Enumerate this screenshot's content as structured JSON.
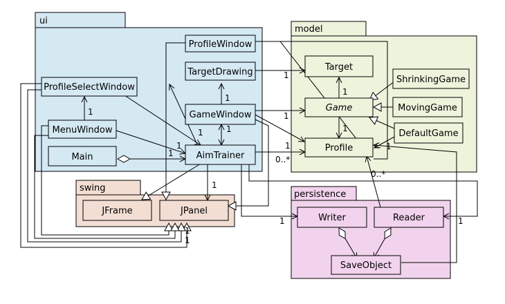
{
  "colors": {
    "ui": "#d5e9f3",
    "swing": "#f3ded3",
    "model": "#eef3dc",
    "persistence": "#f2d3ed",
    "line": "#000000"
  },
  "packages": {
    "ui": "ui",
    "model": "model",
    "swing": "swing",
    "persistence": "persistence"
  },
  "classes": {
    "profile_window": "ProfileWindow",
    "target_drawing": "TargetDrawing",
    "game_window": "GameWindow",
    "profile_select_window": "ProfileSelectWindow",
    "menu_window": "MenuWindow",
    "main": "Main",
    "aim_trainer": "AimTrainer",
    "jframe": "JFrame",
    "jpanel": "JPanel",
    "target": "Target",
    "game": "Game",
    "profile": "Profile",
    "shrinking_game": "ShrinkingGame",
    "moving_game": "MovingGame",
    "default_game": "DefaultGame",
    "writer": "Writer",
    "reader": "Reader",
    "save_object": "SaveObject"
  },
  "multiplicities": {
    "td_target": "1",
    "gw_td": "1",
    "mw_psw": "1",
    "gw_at": "1",
    "at_pw": "1",
    "at_jpanel": "1",
    "mw_at": "1",
    "gw_game": "1",
    "game_target": "1",
    "game_profile": "1",
    "main_at": "1",
    "at_profile_1": "1",
    "at_profile_many": "0..*",
    "default_profile": "1",
    "profile_reader": "0..*",
    "at_writer": "1",
    "reader_loop": "1",
    "swing_1": "1",
    "swing_2": "1"
  }
}
